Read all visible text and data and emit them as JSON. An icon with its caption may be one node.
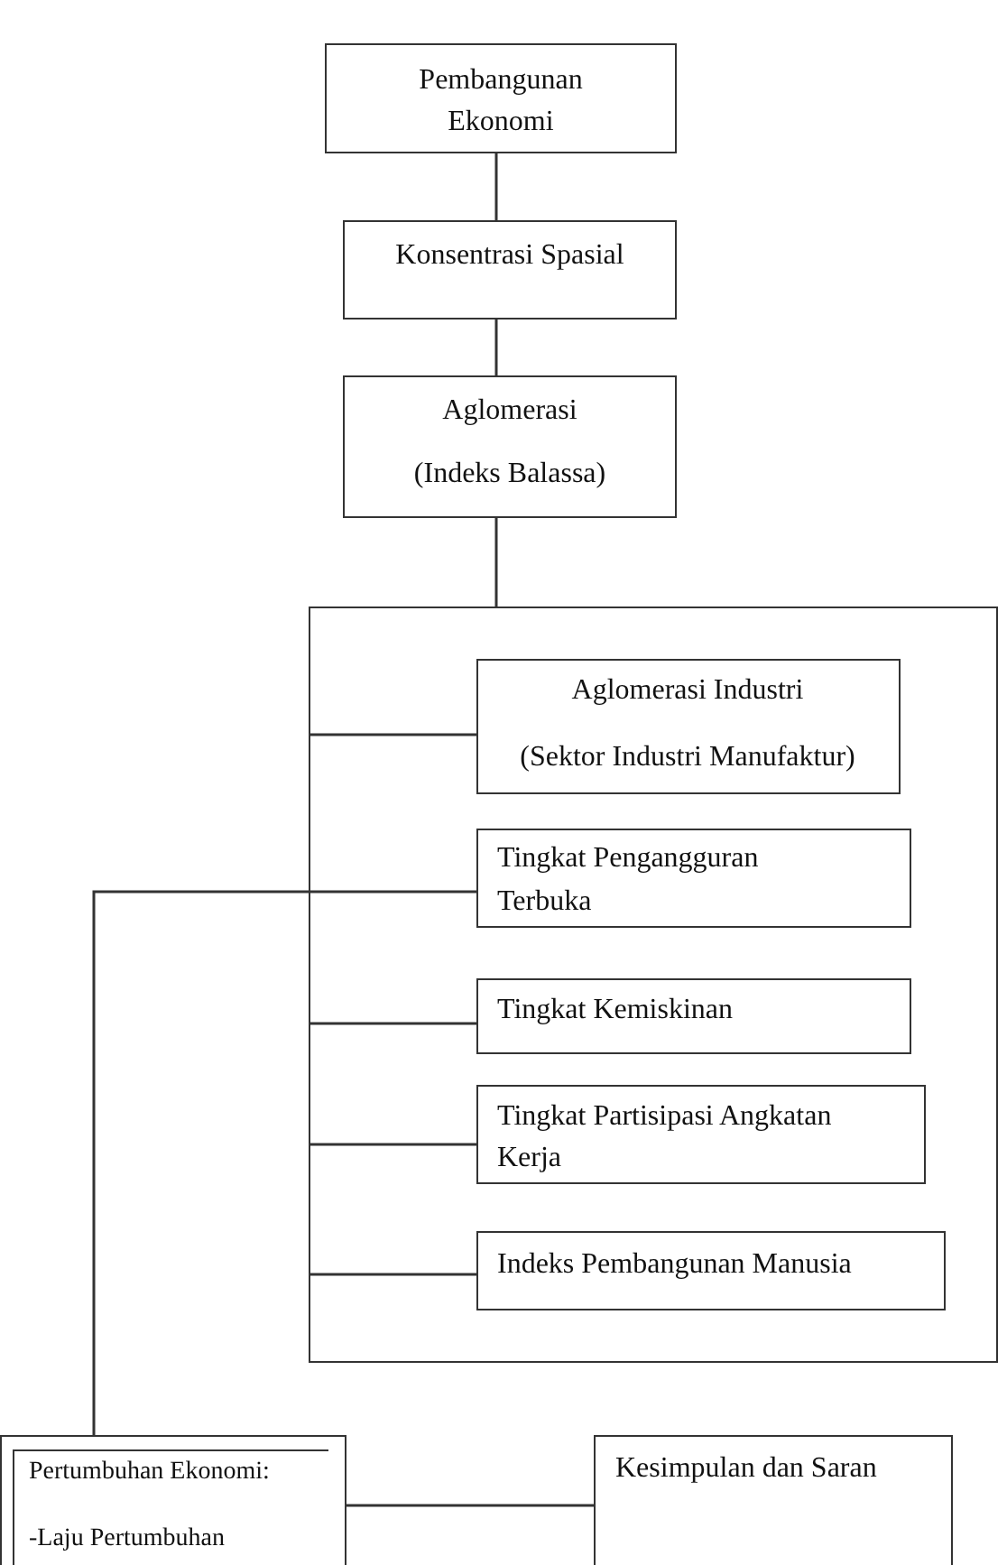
{
  "diagram": {
    "nodes": [
      {
        "text": [
          "Pembangunan Ekonomi"
        ]
      },
      {
        "text": [
          "Konsentrasi Spasial"
        ]
      },
      {
        "text": [
          "Aglomerasi",
          "(Indeks Balassa)"
        ]
      },
      {
        "text": [],
        "shape": "box"
      },
      {
        "text": [
          "Aglomerasi Industri",
          "(Sektor Industri Manufaktur)"
        ],
        "in": 3
      },
      {
        "text": [
          "Tingkat Pengangguran Terbuka"
        ],
        "in": 3
      },
      {
        "text": [
          "Tingkat Kemiskinan"
        ],
        "in": 3
      },
      {
        "text": [
          "Tingkat Partisipasi Angkatan Kerja"
        ],
        "in": 3
      },
      {
        "text": [
          "Indeks Pembangunan Manusia"
        ],
        "in": 3
      },
      {
        "text": [
          "Pertumbuhan Ekonomi:",
          "-Laju Pertumbuhan"
        ]
      },
      {
        "text": [
          "Kesimpulan dan Saran"
        ]
      }
    ],
    "edges": [
      {
        "from": 0,
        "to": 1,
        "arrow": "none"
      },
      {
        "from": 1,
        "to": 2,
        "arrow": "none"
      },
      {
        "from": 2,
        "to": 3,
        "arrow": "none"
      },
      {
        "from": 3,
        "to": 4,
        "arrow": "none"
      },
      {
        "from": 3,
        "to": 5,
        "arrow": "none"
      },
      {
        "from": 3,
        "to": 6,
        "arrow": "none"
      },
      {
        "from": 3,
        "to": 7,
        "arrow": "none"
      },
      {
        "from": 3,
        "to": 8,
        "arrow": "none"
      },
      {
        "from": 3,
        "to": 9,
        "arrow": "none"
      },
      {
        "from": 9,
        "to": 10,
        "arrow": "none"
      }
    ]
  }
}
